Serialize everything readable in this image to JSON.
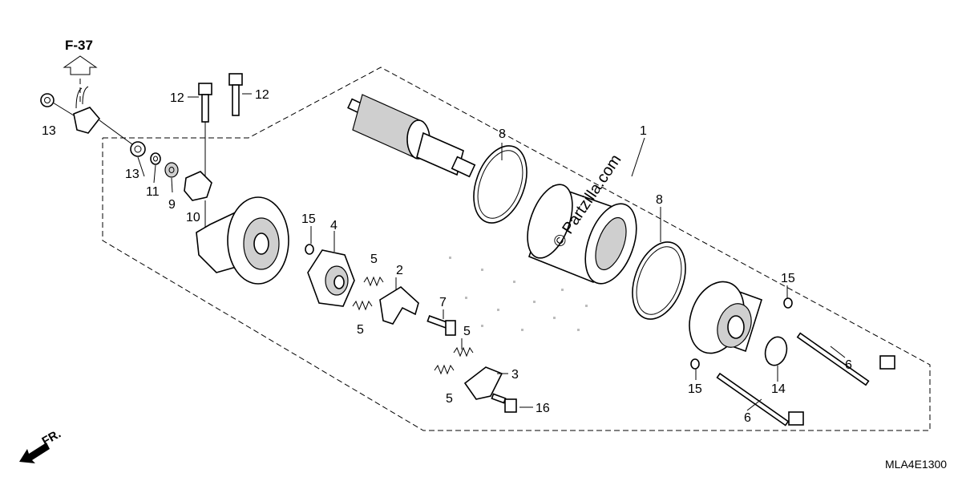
{
  "reference_label": "F-37",
  "diagram_code": "MLA4E1300",
  "front_label": "FR.",
  "watermark": "© Partzilla.com",
  "callouts": {
    "c1": "1",
    "c2": "2",
    "c3": "3",
    "c4": "4",
    "c5a": "5",
    "c5b": "5",
    "c5c": "5",
    "c5d": "5",
    "c6a": "6",
    "c6b": "6",
    "c7": "7",
    "c8a": "8",
    "c8b": "8",
    "c9": "9",
    "c10": "10",
    "c11": "11",
    "c12a": "12",
    "c12b": "12",
    "c13a": "13",
    "c13b": "13",
    "c14": "14",
    "c15a": "15",
    "c15b": "15",
    "c16": "16"
  }
}
